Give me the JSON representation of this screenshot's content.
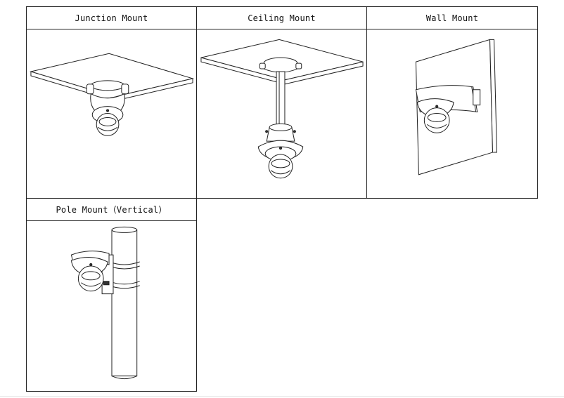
{
  "mounts": [
    {
      "label": "Junction Mount",
      "icon": "camera-junction-mount-drawing"
    },
    {
      "label": "Ceiling Mount",
      "icon": "camera-ceiling-mount-drawing"
    },
    {
      "label": "Wall Mount",
      "icon": "camera-wall-mount-drawing"
    },
    {
      "label": "Pole Mount（Vertical）",
      "icon": "camera-pole-mount-drawing"
    }
  ]
}
